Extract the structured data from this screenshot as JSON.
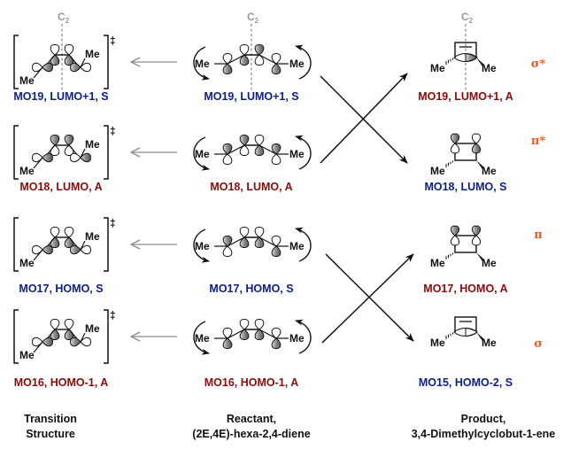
{
  "colors": {
    "symmetric": "#0b1f8a",
    "antisymmetric": "#8b0a0a",
    "orbital_tag": "#f05a1e",
    "axis": "#9a9a9a",
    "ts_arrow": "#8c8c8c",
    "ink": "#111111"
  },
  "axis_label": {
    "main": "C",
    "sub": "2"
  },
  "methyl_label": "Me",
  "ts_symbol": "‡",
  "rows": [
    {
      "ts_label": "MO19, LUMO+1, S",
      "ts_sym": "S",
      "reactant_label": "MO19, LUMO+1, S",
      "reactant_sym": "S",
      "product_label": "MO19, LUMO+1, A",
      "product_sym": "A",
      "orbital_tag": "σ*"
    },
    {
      "ts_label": "MO18, LUMO, A",
      "ts_sym": "A",
      "reactant_label": "MO18, LUMO, A",
      "reactant_sym": "A",
      "product_label": "MO18, LUMO, S",
      "product_sym": "S",
      "orbital_tag": "π*"
    },
    {
      "ts_label": "MO17, HOMO, S",
      "ts_sym": "S",
      "reactant_label": "MO17, HOMO, S",
      "reactant_sym": "S",
      "product_label": "MO17, HOMO, A",
      "product_sym": "A",
      "orbital_tag": "π"
    },
    {
      "ts_label": "MO16, HOMO-1, A",
      "ts_sym": "A",
      "reactant_label": "MO16, HOMO-1, A",
      "reactant_sym": "A",
      "product_label": "MO15, HOMO-2, S",
      "product_sym": "S",
      "orbital_tag": "σ"
    }
  ],
  "columns": {
    "transition": {
      "line1": "Transition",
      "line2": "Structure"
    },
    "reactant": {
      "line1": "Reactant,",
      "line2": "(2E,4E)-hexa-2,4-diene"
    },
    "product": {
      "line1": "Product,",
      "line2": "3,4-Dimethylcyclobut-1-ene"
    }
  },
  "correlations": [
    {
      "from_row": 0,
      "to_row": 1
    },
    {
      "from_row": 1,
      "to_row": 0
    },
    {
      "from_row": 2,
      "to_row": 3
    },
    {
      "from_row": 3,
      "to_row": 2
    }
  ]
}
